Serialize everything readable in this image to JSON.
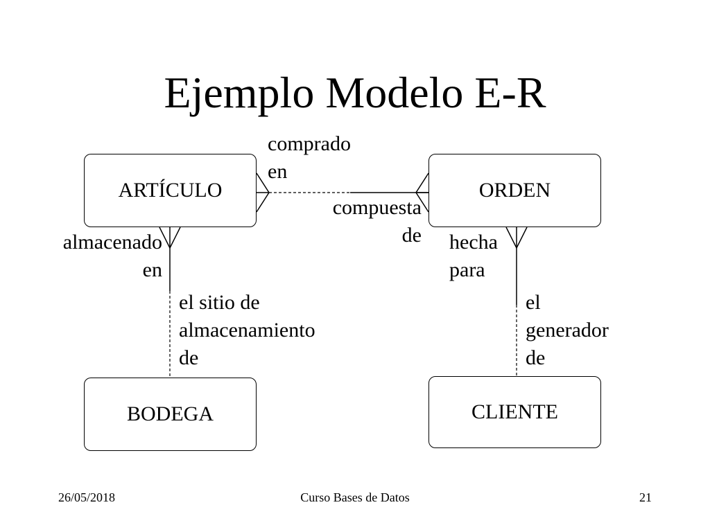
{
  "slide": {
    "title": "Ejemplo Modelo E-R"
  },
  "entities": {
    "articulo": "ARTÍCULO",
    "orden": "ORDEN",
    "bodega": "BODEGA",
    "cliente": "CLIENTE"
  },
  "relationships": {
    "comprado_en": [
      "comprado",
      "en"
    ],
    "compuesta_de": [
      "compuesta",
      "de"
    ],
    "almacenado_en": [
      "almacenado",
      "en"
    ],
    "sitio_almacenamiento": [
      "el sitio de",
      "almacenamiento",
      "de"
    ],
    "hecha_para": [
      "hecha",
      "para"
    ],
    "generador": [
      "el",
      "generador",
      "de"
    ]
  },
  "footer": {
    "date": "26/05/2018",
    "course": "Curso Bases de Datos",
    "page": "21"
  }
}
